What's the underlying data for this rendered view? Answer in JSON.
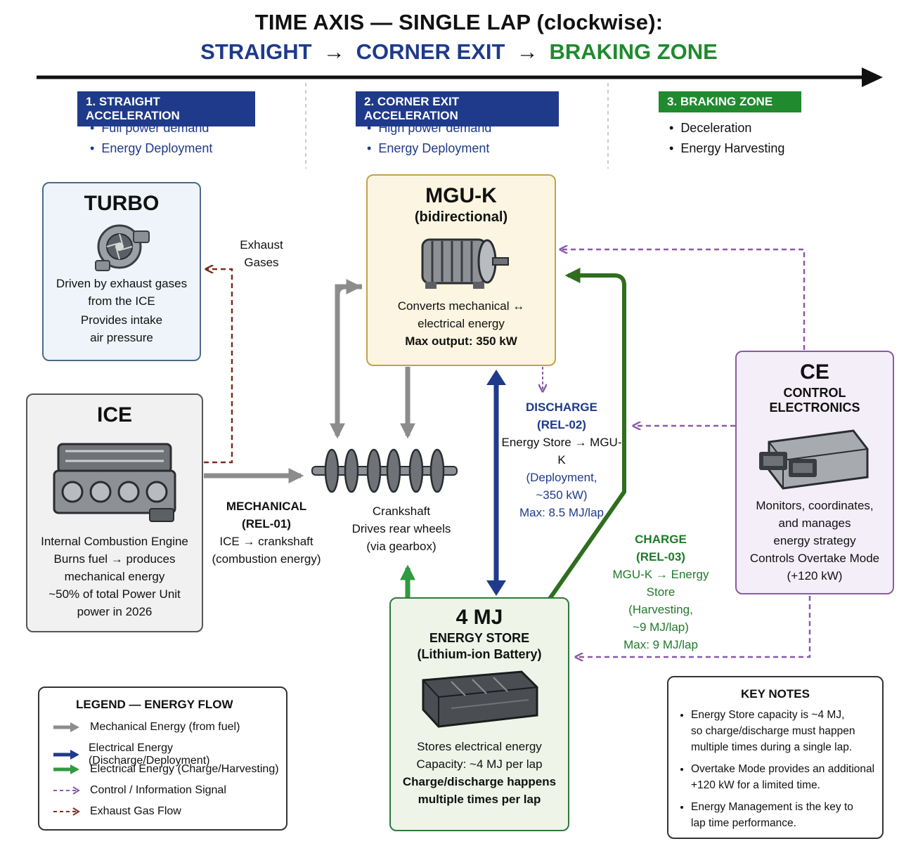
{
  "title": {
    "line1": "TIME AXIS — SINGLE LAP (clockwise):",
    "straight": "STRAIGHT",
    "arrow": "→",
    "corner_exit": "CORNER EXIT",
    "braking_zone": "BRAKING ZONE"
  },
  "colors": {
    "navy": "#1f3a8a",
    "green": "#1f8a2e",
    "dark_green": "#2e6e1e",
    "gray": "#8c8c8c",
    "purple": "#8a5aa8",
    "exhaust": "#7a2e1e"
  },
  "phases": [
    {
      "label": "1. STRAIGHT ACCELERATION",
      "bullets": [
        "Full power demand",
        "Energy Deployment"
      ]
    },
    {
      "label": "2. CORNER EXIT ACCELERATION",
      "bullets": [
        "High power demand",
        "Energy Deployment"
      ]
    },
    {
      "label": "3. BRAKING ZONE",
      "bullets": [
        "Deceleration",
        "Energy Harvesting"
      ]
    }
  ],
  "turbo": {
    "title": "TURBO",
    "lines": [
      "Driven by exhaust gases",
      "from the ICE",
      "Provides intake",
      "air pressure"
    ]
  },
  "exhaust_label": [
    "Exhaust",
    "Gases"
  ],
  "ice": {
    "title": "ICE",
    "lines": [
      "Internal Combustion Engine",
      "Burns fuel → produces",
      "mechanical energy",
      "~50% of total Power Unit",
      "power in 2026"
    ]
  },
  "mguk": {
    "title": "MGU-K",
    "subtitle": "(bidirectional)",
    "lines": [
      "Converts mechanical ↔",
      "electrical energy"
    ],
    "max": "Max output: 350 kW"
  },
  "crankshaft": {
    "lines": [
      "Crankshaft",
      "Drives rear wheels",
      "(via gearbox)"
    ]
  },
  "mechanical": {
    "title": "MECHANICAL",
    "rel": "(REL-01)",
    "lines": [
      "ICE → crankshaft",
      "(combustion energy)"
    ]
  },
  "discharge": {
    "title": "DISCHARGE",
    "rel": "(REL-02)",
    "flow": "Energy Store → MGU-K",
    "lines": [
      "(Deployment,",
      "~350 kW)",
      "Max: 8.5 MJ/lap"
    ]
  },
  "charge": {
    "title": "CHARGE",
    "rel": "(REL-03)",
    "lines": [
      "MGU-K → Energy Store",
      "(Harvesting,",
      "~9 MJ/lap)",
      "Max: 9 MJ/lap"
    ]
  },
  "ce": {
    "title": "CE",
    "subtitle": "CONTROL ELECTRONICS",
    "lines": [
      "Monitors, coordinates,",
      "and manages",
      "energy strategy",
      "Controls Overtake Mode",
      "(+120 kW)"
    ]
  },
  "store": {
    "title": "4 MJ",
    "subtitle": "ENERGY STORE",
    "subtitle2": "(Lithium-ion Battery)",
    "lines": [
      "Stores electrical energy",
      "Capacity: ~4 MJ per lap"
    ],
    "bold_lines": [
      "Charge/discharge happens",
      "multiple times per lap"
    ]
  },
  "legend": {
    "title": "LEGEND — ENERGY FLOW",
    "items": [
      {
        "label": "Mechanical Energy (from fuel)",
        "icon": "gray-arrow"
      },
      {
        "label": "Electrical Energy (Discharge/Deployment)",
        "icon": "blue-arrow"
      },
      {
        "label": "Electrical Energy (Charge/Harvesting)",
        "icon": "green-arrow"
      },
      {
        "label": "Control / Information Signal",
        "icon": "purple-dashed-arrow"
      },
      {
        "label": "Exhaust Gas Flow",
        "icon": "brown-dashed-arrow"
      }
    ]
  },
  "notes": {
    "title": "KEY NOTES",
    "items": [
      [
        "Energy Store capacity is ~4 MJ,",
        "so charge/discharge must happen",
        "multiple times during a single lap."
      ],
      [
        "Overtake Mode provides an additional",
        "+120 kW for a limited time."
      ],
      [
        "Energy Management is the key to",
        "lap time performance."
      ]
    ]
  }
}
